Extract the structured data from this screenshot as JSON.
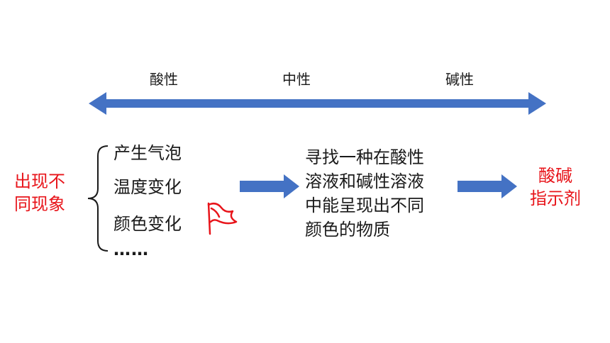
{
  "scale": {
    "acid": "酸性",
    "neutral": "中性",
    "base": "碱性"
  },
  "phenomenon_label": {
    "line1": "出现不",
    "line2": "同现象"
  },
  "observations": {
    "items": [
      "产生气泡",
      "温度变化",
      "颜色变化",
      "……"
    ]
  },
  "goal_text": {
    "line1": "寻找一种在酸性",
    "line2": "溶液和碱性溶液",
    "line3": "中能呈现出不同",
    "line4": "颜色的物质"
  },
  "result_label": {
    "line1": "酸碱",
    "line2": "指示剂"
  },
  "colors": {
    "arrow": "#4472c4",
    "highlight": "#e8141a",
    "text": "#1a1a1a"
  },
  "icons": {
    "flag": "flag-icon"
  }
}
